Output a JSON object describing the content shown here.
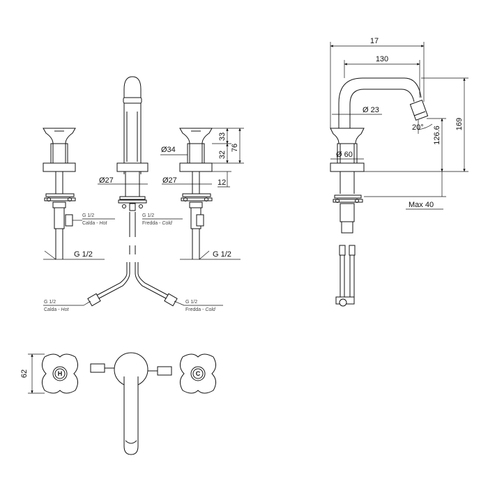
{
  "front_view": {
    "dims": {
      "d27_spout": "Ø27",
      "d34": "Ø34",
      "d27_right": "Ø27",
      "h33": "33",
      "h32": "32",
      "h76": "76",
      "h12": "12",
      "thread_left": "G 1/2",
      "thread_right": "G 1/2"
    },
    "labels": {
      "hot_thread": "G 1/2",
      "hot_text": "Calda - ",
      "hot_italic": "Hot",
      "cold_thread": "G 1/2",
      "cold_text": "Fredda - ",
      "cold_italic": "Cold"
    }
  },
  "side_view": {
    "dims": {
      "width_17": "17",
      "reach_130": "130",
      "d23": "Ø 23",
      "angle": "20°",
      "h126": "126.6",
      "h169": "169",
      "d60": "Ø 60",
      "max40": "Max 40"
    }
  },
  "hoses": {
    "hot_thread": "G 1/2",
    "hot_text": "Calda - ",
    "hot_italic": "Hot",
    "cold_thread": "G 1/2",
    "cold_text": "Fredda - ",
    "cold_italic": "Cold"
  },
  "top_view": {
    "dim_62": "62",
    "hot_letter": "H",
    "cold_letter": "C"
  }
}
